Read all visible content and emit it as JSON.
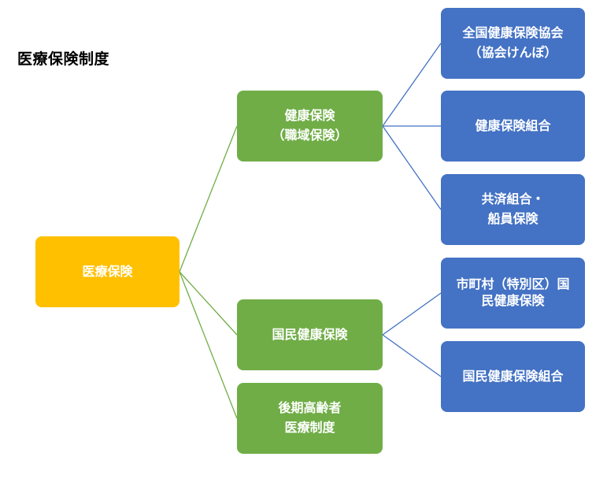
{
  "title": "医療保険制度",
  "colors": {
    "root": "#FFC000",
    "mid": "#70AD47",
    "leaf": "#4472C4"
  },
  "root": {
    "label": "医療保険"
  },
  "mid": {
    "employee": {
      "line1": "健康保険",
      "line2": "（職域保険）"
    },
    "national": {
      "label": "国民健康保険"
    },
    "elderly": {
      "line1": "後期高齢者",
      "line2": "医療制度"
    }
  },
  "leaf": {
    "kyokai": {
      "line1": "全国健康保険協会",
      "line2": "（協会けんぽ）"
    },
    "kumiai": {
      "label": "健康保険組合"
    },
    "kyosai": {
      "line1": "共済組合・",
      "line2": "船員保険"
    },
    "municipal": {
      "line1": "市町村（特別区）国",
      "line2": "民健康保険"
    },
    "nhi_union": {
      "label": "国民健康保険組合"
    }
  }
}
